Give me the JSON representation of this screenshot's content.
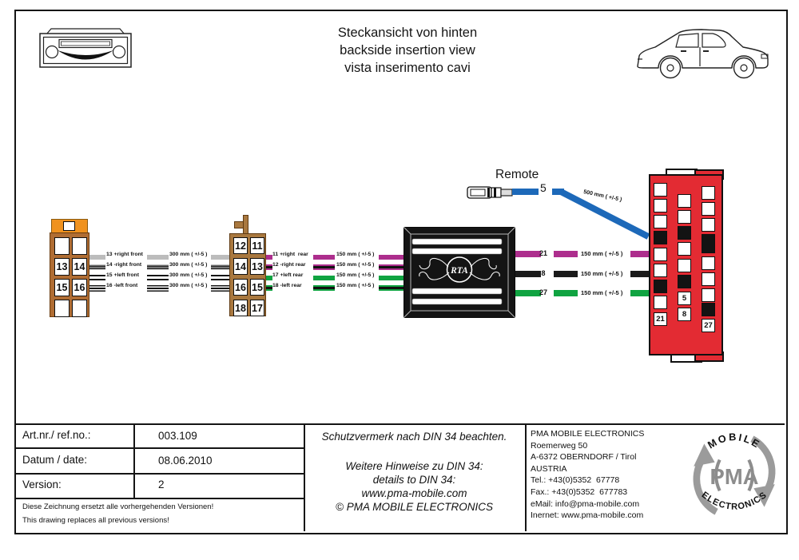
{
  "title": {
    "line1": "Steckansicht von hinten",
    "line2": "backside insertion view",
    "line3": "vista inserimento cavi"
  },
  "left_connector": {
    "pins": [
      "13",
      "14",
      "15",
      "16"
    ]
  },
  "mid_connector": {
    "pins": [
      "12",
      "11",
      "14",
      "13",
      "16",
      "15",
      "18",
      "17"
    ]
  },
  "front_wires": [
    {
      "label": "13 +right front",
      "length": "300 mm ( +/-5 )",
      "color": "#bcbcbc"
    },
    {
      "label": "14 -right front",
      "length": "300 mm ( +/-5 )",
      "color": "#bcbcbc/#151515"
    },
    {
      "label": "15 +left front",
      "length": "300 mm ( +/-5 )",
      "color": "#ffffff/#151515"
    },
    {
      "label": "16 -left front",
      "length": "300 mm ( +/-5 )",
      "color": "#151515/#ffffff"
    }
  ],
  "rear_wires": [
    {
      "label": "11 +right  rear",
      "length": "150 mm ( +/-5 )",
      "color": "#ad2e8d"
    },
    {
      "label": "12 -right rear",
      "length": "150 mm ( +/-5 )",
      "color": "#ad2e8d/#121212"
    },
    {
      "label": "17 +left rear",
      "length": "150 mm ( +/-5 )",
      "color": "#10a341"
    },
    {
      "label": "18 -left rear",
      "length": "150 mm ( +/-5 )",
      "color": "#10a341/#121212"
    }
  ],
  "output_wires": [
    {
      "pin": "21",
      "length": "150 mm ( +/-5 )",
      "color": "#ad2e8d"
    },
    {
      "pin": "8",
      "length": "150 mm ( +/-5 )",
      "color": "#1a1a1a"
    },
    {
      "pin": "27",
      "length": "150 mm ( +/-5 )",
      "color": "#10a341"
    }
  ],
  "remote": {
    "label": "Remote",
    "pin": "5",
    "length": "500 mm ( +/-5 )",
    "color": "#1d69b9"
  },
  "rta_box": {
    "logo": "RTA"
  },
  "red_connector": {
    "pin21": "21",
    "pin5": "5",
    "pin8": "8",
    "pin27": "27",
    "color": "#e32b33"
  },
  "info_table": {
    "rows": [
      {
        "label": "Art.nr./ ref.no.:",
        "value": "003.109"
      },
      {
        "label": "Datum / date:",
        "value": "08.06.2010"
      },
      {
        "label": "Version:",
        "value": "2"
      }
    ],
    "notes": [
      "Diese Zeichnung ersetzt alle vorhergehenden Versionen!",
      "This drawing replaces all previous versions!"
    ]
  },
  "din_block": {
    "line1": "Schutzvermerk nach DIN 34 beachten.",
    "line2": "Weitere Hinweise zu DIN 34:",
    "line3": "details to DIN 34:",
    "line4": "www.pma-mobile.com",
    "line5": "© PMA MOBILE ELECTRONICS"
  },
  "company": {
    "lines": [
      "PMA MOBILE ELECTRONICS",
      "Roemerweg 50",
      "A-6372 OBERNDORF / Tirol",
      "AUSTRIA",
      "Tel.: +43(0)5352  67778",
      "Fax.: +43(0)5352  677783",
      "eMail: info@pma-mobile.com",
      "Inernet: www.pma-mobile.com"
    ]
  },
  "logo": {
    "top": "MOBILE",
    "center": "PMA",
    "bottom": "ELECTRONICS"
  },
  "colors": {
    "purple": "#ad2e8d",
    "green": "#10a341",
    "blue": "#1d69b9",
    "red_connector": "#e32b33",
    "brown_left": "#b06d33",
    "brown_mid": "#a9783f",
    "orange": "#f0921e",
    "gray_wire": "#bcbcbc",
    "logo_gray": "#9b9b9b"
  }
}
